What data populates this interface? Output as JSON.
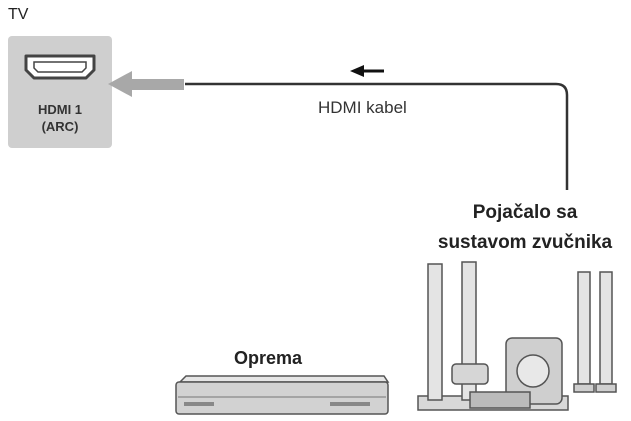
{
  "tv": {
    "label": "TV"
  },
  "port": {
    "line1": "HDMI 1",
    "line2": "(ARC)"
  },
  "cable": {
    "label": "HDMI kabel"
  },
  "amplifier": {
    "line1": "Pojačalo sa",
    "line2": "sustavom zvučnika"
  },
  "equipment": {
    "label": "Oprema"
  },
  "colors": {
    "port_box": "#cfcfcf",
    "arrow": "#a8a8a8",
    "cable": "#333333"
  }
}
